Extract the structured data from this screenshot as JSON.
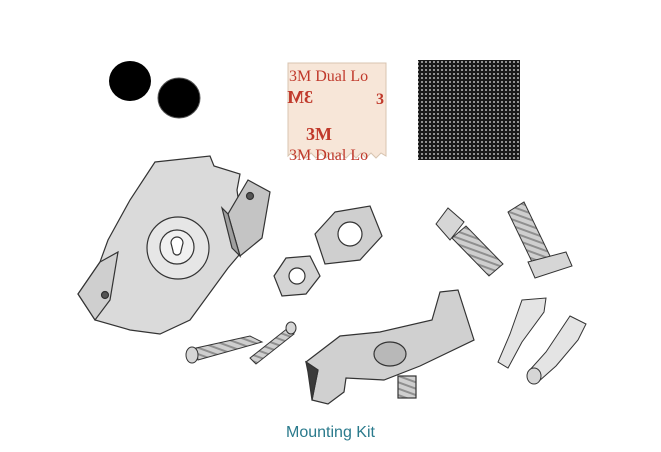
{
  "caption": "Mounting Kit",
  "tape": {
    "line1": "3M  Dual Lo",
    "line2": "3M",
    "line2_side": "3",
    "line3": "3M",
    "line4": "3M  Dual Lo"
  },
  "colors": {
    "caption": "#2a7a8c",
    "tape_bg": "#f7e6d8",
    "tape_text": "#c0392b",
    "metal": "#d9d9d9",
    "metal_dark": "#a8a8a8",
    "outline": "#333333",
    "foot_pad": "#000000",
    "velcro": "#1a1a1a"
  },
  "items": [
    {
      "id": "rubber-foot-pads",
      "count": 2
    },
    {
      "id": "dual-lock-tape"
    },
    {
      "id": "velcro-pad"
    },
    {
      "id": "mounting-bracket"
    },
    {
      "id": "hex-nut",
      "count": 2
    },
    {
      "id": "machine-screw",
      "count": 2
    },
    {
      "id": "wood-screw",
      "count": 2
    },
    {
      "id": "spring-clip"
    },
    {
      "id": "wall-anchor",
      "count": 2
    }
  ]
}
